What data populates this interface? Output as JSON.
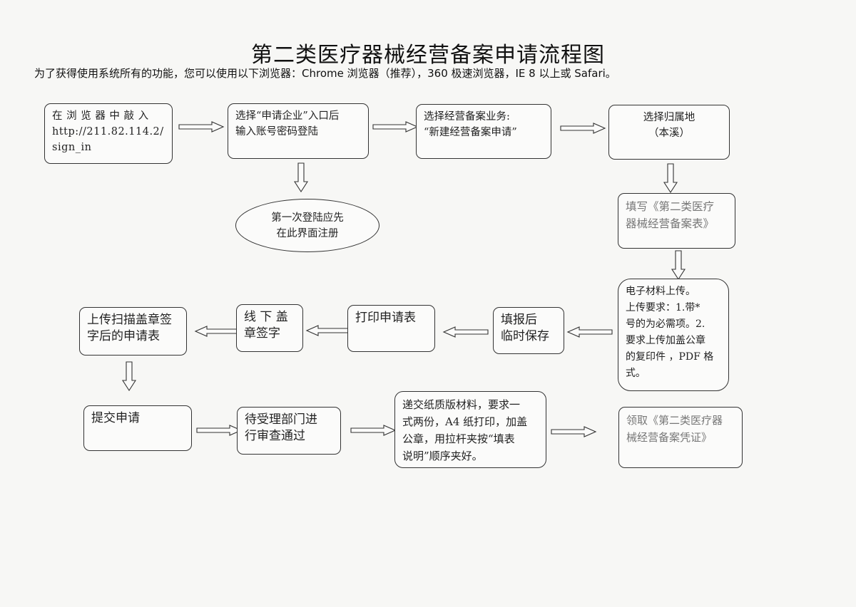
{
  "title": "第二类医疗器械经营备案申请流程图",
  "subtitle": "为了获得使用系统所有的功能，您可以使用以下浏览器：Chrome 浏览器（推荐），360 极速浏览器，IE 8 以上或 Safari。",
  "nodes": {
    "step1": "在 浏 览 器 中 敲 入\nhttp://211.82.114.2/\nsign_in",
    "step2": "选择“申请企业”入口后\n输入账号密码登陆",
    "note_register": "第一次登陆应先\n在此界面注册",
    "step3": "选择经营备案业务:\n“新建经营备案申请”",
    "step4": "选择归属地\n（本溪）",
    "step5": "填写《第二类医疗\n器械经营备案表》",
    "step6": "电子材料上传。\n上传要求：1.带*\n号的为必需项。2.\n要求上传加盖公章\n的复印件 ，PDF 格\n式。",
    "step7": "填报后\n临时保存",
    "step8": "打印申请表",
    "step9": "线 下 盖\n章签字",
    "step10": "上传扫描盖章签\n字后的申请表",
    "step11": "提交申请",
    "step12": "待受理部门进\n行审查通过",
    "step13": "递交纸质版材料，要求一\n式两份，A4 纸打印，加盖\n公章，用拉杆夹按“填表\n说明”顺序夹好。",
    "step14": "领取《第二类医疗器\n械经营备案凭证》"
  }
}
